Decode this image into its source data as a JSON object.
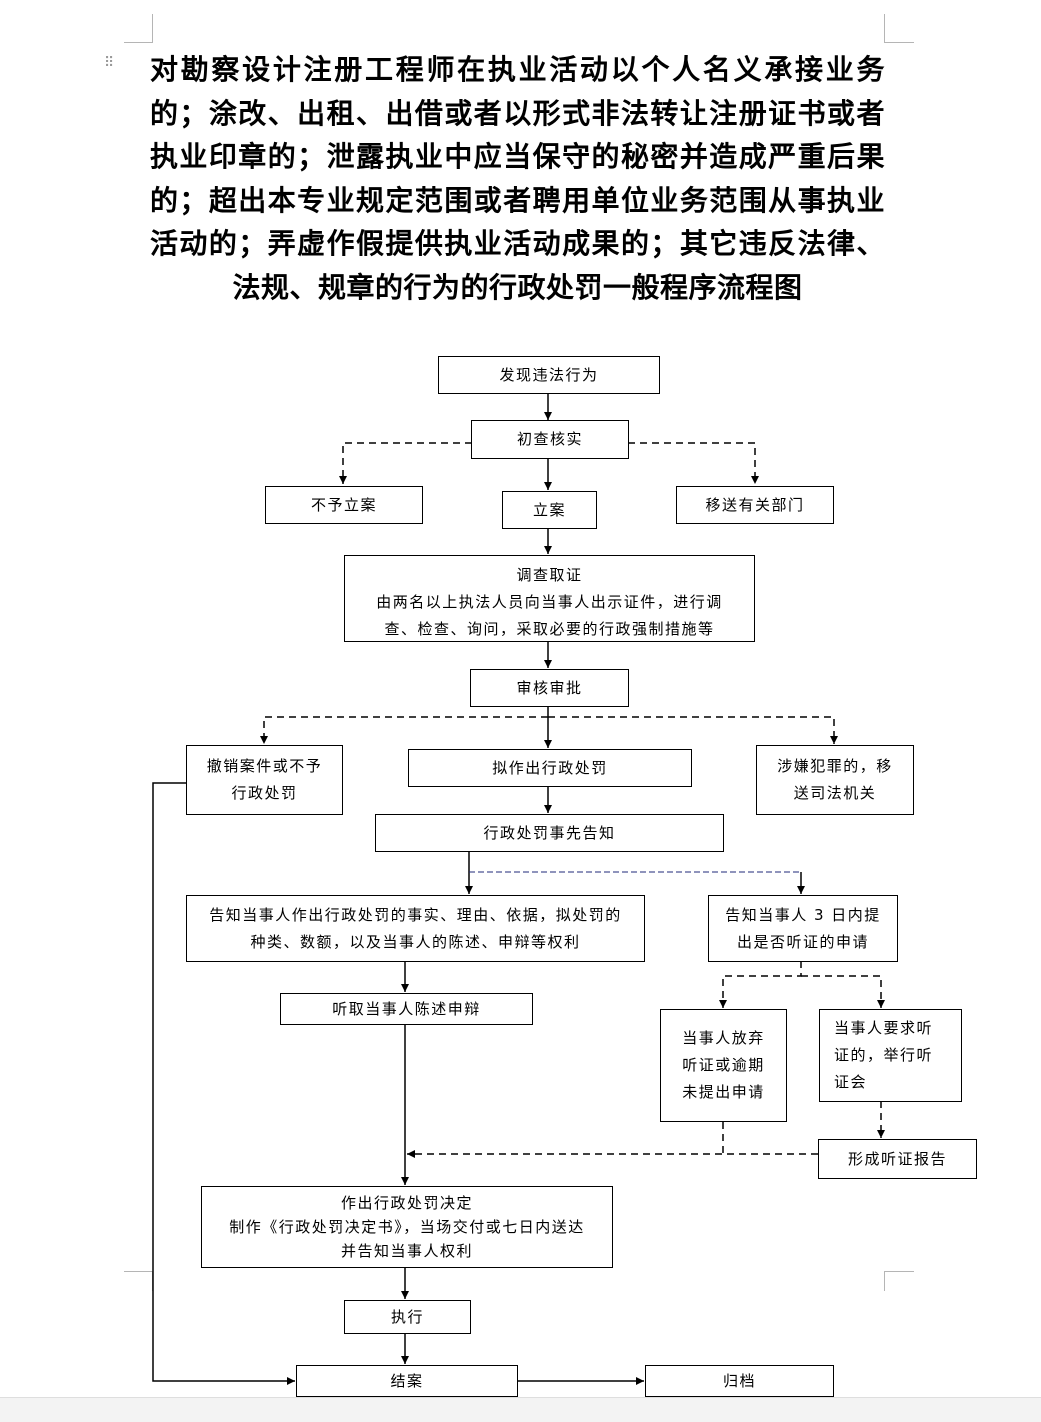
{
  "title": "对勘察设计注册工程师在执业活动以个人名义承接业务的；涂改、出租、出借或者以形式非法转让注册证书或者执业印章的；泄露执业中应当保守的秘密并造成严重后果的；超出本专业规定范围或者聘用单位业务范围从事执业活动的；弄虚作假提供执业活动成果的；其它违反法律、法规、规章的行为的行政处罚一般程序流程图",
  "nodes": {
    "discover": "发现违法行为",
    "verify": "初查核实",
    "no_case": "不予立案",
    "file_case": "立案",
    "transfer": "移送有关部门",
    "investigate_title": "调查取证",
    "investigate_line1": "由两名以上执法人员向当事人出示证件，进行调",
    "investigate_line2": "查、检查、询问，采取必要的行政强制措施等",
    "review": "审核审批",
    "revoke_line1": "撤销案件或不予",
    "revoke_line2": "行政处罚",
    "draft_penalty": "拟作出行政处罚",
    "crime_line1": "涉嫌犯罪的，移",
    "crime_line2": "送司法机关",
    "prior_notice": "行政处罚事先告知",
    "inform_line1": "告知当事人作出行政处罚的事实、理由、依据，拟处罚的",
    "inform_line2": "种类、数额，以及当事人的陈述、申辩等权利",
    "hearing_notice_line1": "告知当事人 3 日内提",
    "hearing_notice_line2": "出是否听证的申请",
    "listen": "听取当事人陈述申辩",
    "waive_line1": "当事人放弃",
    "waive_line2": "听证或逾期",
    "waive_line3": "未提出申请",
    "request_line1": "当事人要求听",
    "request_line2": "证的，举行听",
    "request_line3": "证会",
    "hearing_report": "形成听证报告",
    "decision_line1": "作出行政处罚决定",
    "decision_line2": "制作《行政处罚决定书》，当场交付或七日内送达",
    "decision_line3": "并告知当事人权利",
    "execute": "执行",
    "close": "结案",
    "archive": "归档"
  }
}
